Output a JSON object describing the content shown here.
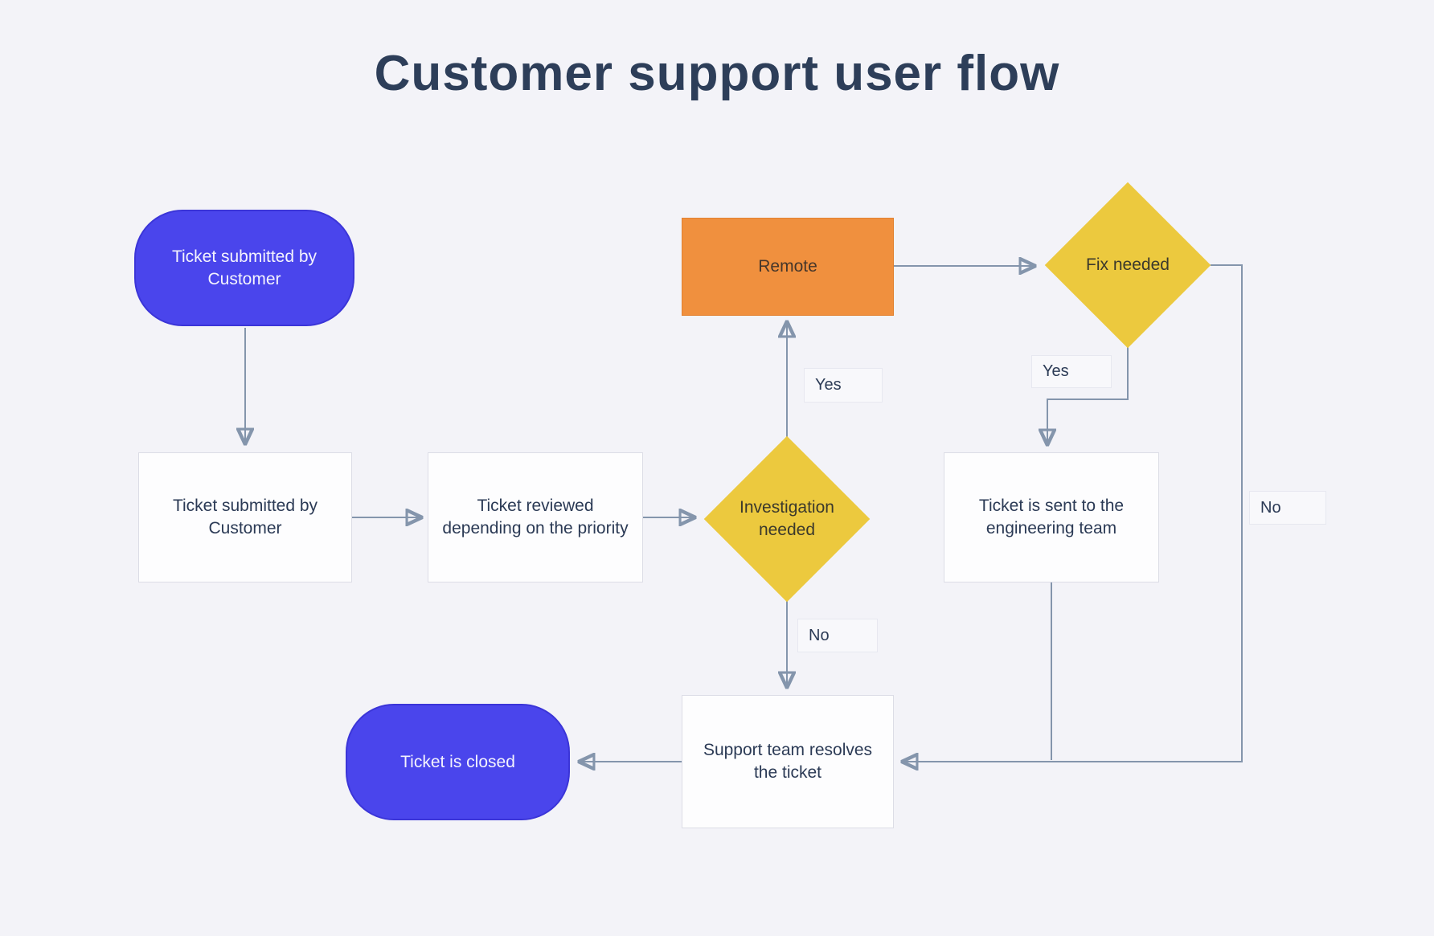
{
  "title": "Customer support user flow",
  "colors": {
    "background": "#f3f3f8",
    "node_blue": "#4a45ec",
    "node_orange": "#f0903e",
    "node_yellow": "#ecc93e",
    "node_white": "#fdfdfe",
    "connector": "#8495ac",
    "dark_text": "#2b3a55",
    "title_text": "#2d3e59"
  },
  "nodes": {
    "start": {
      "type": "terminator",
      "label": "Ticket submitted by\nCustomer"
    },
    "ticket_submitted": {
      "type": "process",
      "label": "Ticket submitted by\nCustomer"
    },
    "ticket_reviewed": {
      "type": "process",
      "label": "Ticket reviewed\ndepending on the priority"
    },
    "investigation_needed": {
      "type": "decision",
      "label": "Investigation\nneeded"
    },
    "remote": {
      "type": "process",
      "label": "Remote"
    },
    "fix_needed": {
      "type": "decision",
      "label": "Fix needed"
    },
    "engineering_team": {
      "type": "process",
      "label": "Ticket is sent to the\nengineering team"
    },
    "support_resolves": {
      "type": "process",
      "label": "Support team resolves\nthe ticket"
    },
    "ticket_closed": {
      "type": "terminator",
      "label": "Ticket is closed"
    }
  },
  "edge_labels": {
    "investigation_yes": "Yes",
    "investigation_no": "No",
    "fix_needed_yes": "Yes",
    "fix_needed_no": "No"
  },
  "edges": [
    {
      "from": "start",
      "to": "ticket_submitted",
      "label": ""
    },
    {
      "from": "ticket_submitted",
      "to": "ticket_reviewed",
      "label": ""
    },
    {
      "from": "ticket_reviewed",
      "to": "investigation_needed",
      "label": ""
    },
    {
      "from": "investigation_needed",
      "to": "remote",
      "label": "Yes"
    },
    {
      "from": "remote",
      "to": "fix_needed",
      "label": ""
    },
    {
      "from": "fix_needed",
      "to": "engineering_team",
      "label": "Yes"
    },
    {
      "from": "fix_needed",
      "to": "support_resolves",
      "label": "No"
    },
    {
      "from": "investigation_needed",
      "to": "support_resolves",
      "label": "No"
    },
    {
      "from": "engineering_team",
      "to": "support_resolves",
      "label": ""
    },
    {
      "from": "support_resolves",
      "to": "ticket_closed",
      "label": ""
    }
  ]
}
